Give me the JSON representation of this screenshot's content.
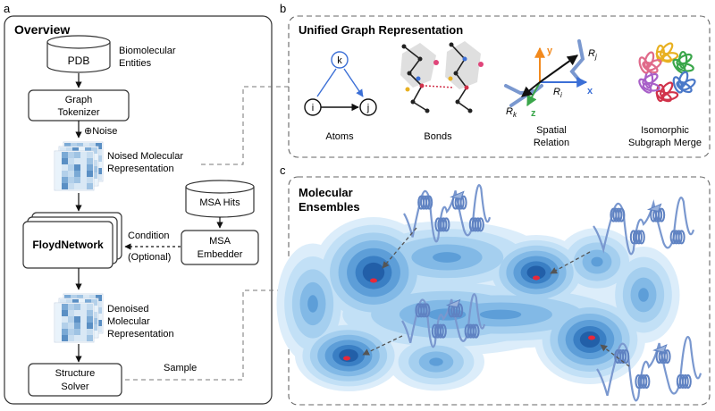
{
  "panel_a": {
    "letter": "a",
    "title": "Overview",
    "pdb": "PDB",
    "biomolecular": [
      "Biomolecular",
      "Entities"
    ],
    "graph_tokenizer": [
      "Graph",
      "Tokenizer"
    ],
    "noise": "⊕Noise",
    "noised": [
      "Noised Molecular",
      "Representation"
    ],
    "msa_hits": "MSA Hits",
    "floydnetwork": "FloydNetwork",
    "condition": "Condition",
    "optional": "(Optional)",
    "msa_embedder": [
      "MSA",
      "Embedder"
    ],
    "denoised": [
      "Denoised",
      "Molecular",
      "Representation"
    ],
    "structure_solver": [
      "Structure",
      "Solver"
    ],
    "sample": "Sample"
  },
  "panel_b": {
    "letter": "b",
    "title": "Unified Graph Representation",
    "nodes": {
      "k": "k",
      "i": "i",
      "j": "j"
    },
    "atoms": "Atoms",
    "bonds": "Bonds",
    "spatial": [
      "Spatial",
      "Relation"
    ],
    "axes": {
      "x": "x",
      "y": "y",
      "z": "z"
    },
    "r_labels": {
      "rj": "R",
      "rj_sub": "j",
      "ri": "R",
      "ri_sub": "i",
      "rk": "R",
      "rk_sub": "k"
    },
    "isomorphic": [
      "Isomorphic",
      "Subgraph Merge"
    ]
  },
  "panel_c": {
    "letter": "c",
    "title": [
      "Molecular",
      "Ensembles"
    ]
  },
  "colors": {
    "heat_light": "#d7ecfb",
    "heat_dark": "#1f5aa6",
    "protein": "#7a98cf",
    "axis_x": "#3b6fd6",
    "axis_y": "#f28a1e",
    "axis_z": "#3aa64a",
    "minimum": "#e8283a"
  }
}
